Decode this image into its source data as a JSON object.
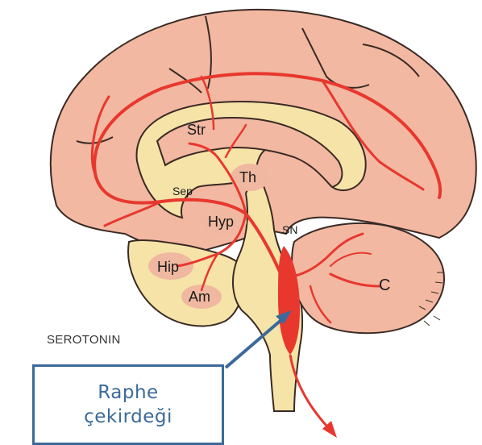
{
  "title": "SEROTONIN",
  "regions": {
    "str": "Str",
    "th": "Th",
    "sep": "Sep",
    "hyp": "Hyp",
    "sn": "SN",
    "hip": "Hip",
    "am": "Am",
    "c": "C"
  },
  "callout": {
    "line1": "Raphe",
    "line2": "çekirdeği"
  },
  "colors": {
    "cortex": "#f2b8a2",
    "cortex_outline": "#3a2a24",
    "inner": "#f6e3a8",
    "pathway": "#e8382e",
    "region_blob": "#f0b8a0",
    "callout": "#3b6a9a"
  }
}
